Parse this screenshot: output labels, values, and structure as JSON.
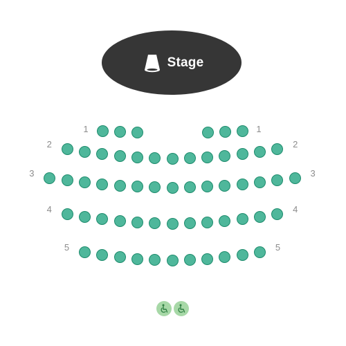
{
  "stage": {
    "label": "Stage",
    "icon": "spotlight-icon"
  },
  "colors": {
    "seat_fill": "#4fb79b",
    "seat_border": "#1d8b6c",
    "stage_bg": "#363636",
    "row_label": "#8c8c8c",
    "wheelchair_bg": "#a7d8a7",
    "wheelchair_icon": "#2f7f43"
  },
  "rows": [
    {
      "label": "1",
      "left_count": 3,
      "right_count": 3
    },
    {
      "label": "2",
      "count": 13
    },
    {
      "label": "3",
      "count": 15
    },
    {
      "label": "4",
      "count": 13
    },
    {
      "label": "5",
      "count": 11
    }
  ],
  "accessible_seats": [
    {
      "icon": "wheelchair-icon"
    },
    {
      "icon": "wheelchair-icon"
    }
  ]
}
